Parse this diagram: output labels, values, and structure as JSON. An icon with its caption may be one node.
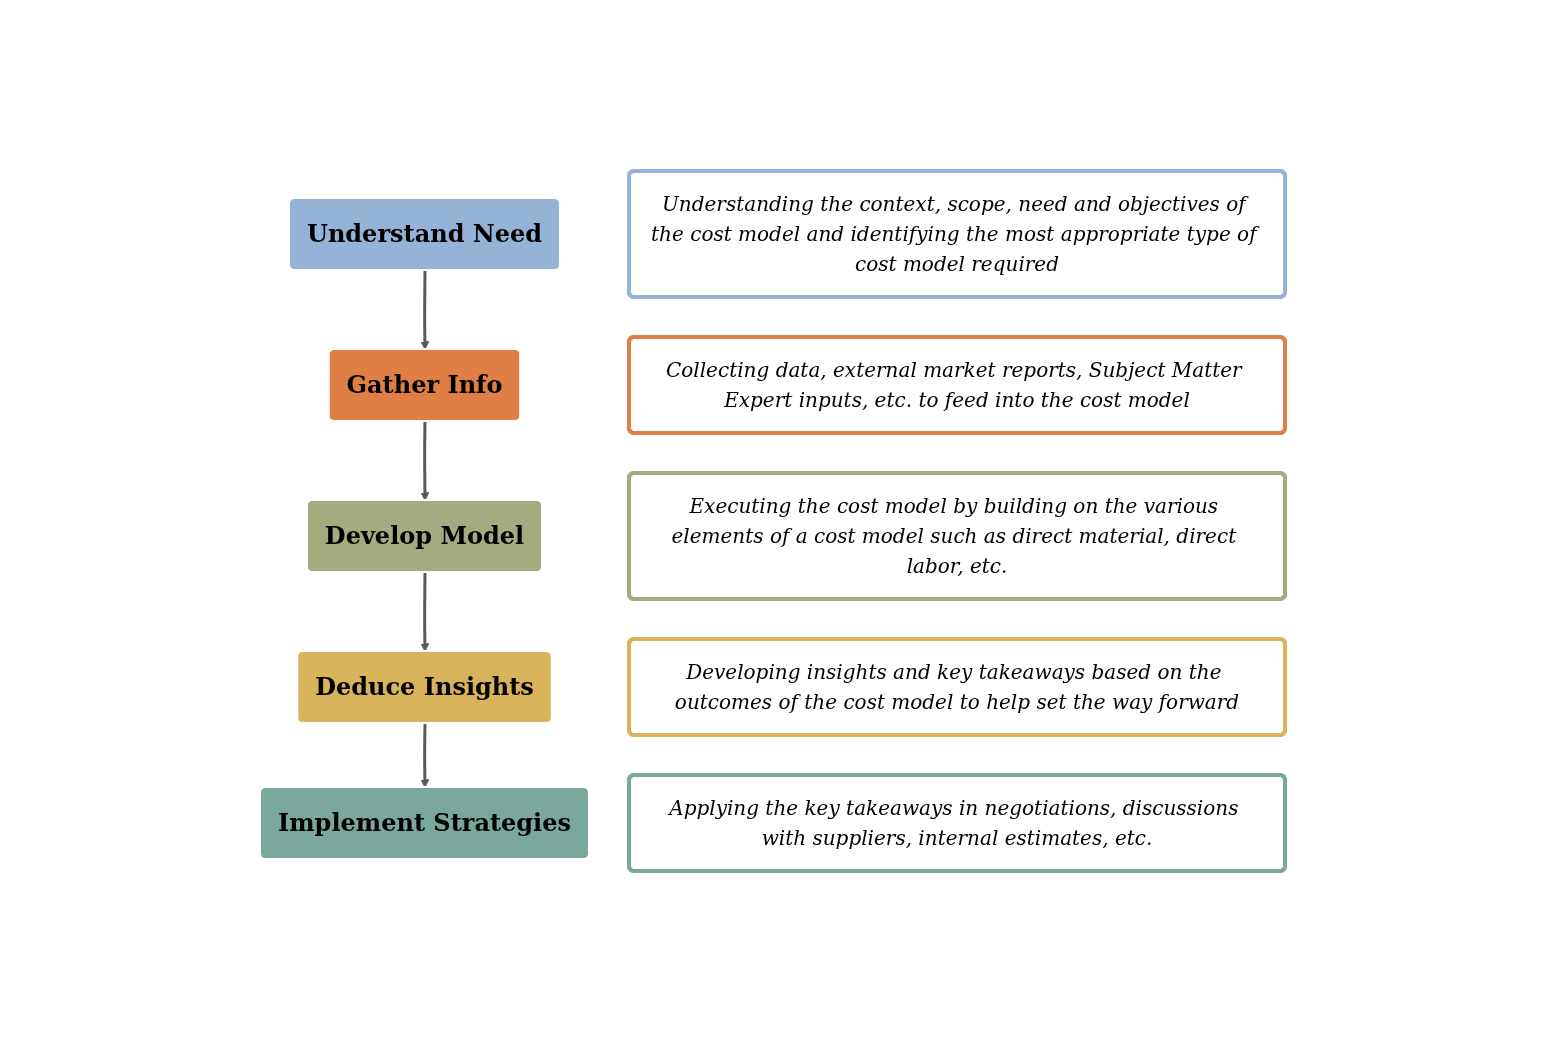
{
  "diagram": {
    "nodes": [
      {
        "text": [
          "Understand Need"
        ]
      },
      {
        "text": [
          "Understanding the context, scope, need and objectives of the cost model and identifying the most appropriate type of cost model required"
        ]
      },
      {
        "text": [
          "Gather Info"
        ]
      },
      {
        "text": [
          "Collecting data, external market reports, Subject Matter Expert inputs, etc. to feed into the cost model"
        ]
      },
      {
        "text": [
          "Develop Model"
        ]
      },
      {
        "text": [
          "Executing the cost model by building on the various elements of a cost model such as direct material, direct labor, etc."
        ]
      },
      {
        "text": [
          "Deduce Insights"
        ]
      },
      {
        "text": [
          "Developing insights and key takeaways based on the outcomes of the cost model to help set the way forward"
        ]
      },
      {
        "text": [
          "Implement Strategies"
        ]
      },
      {
        "text": [
          "Applying the key takeaways in negotiations, discussions with suppliers, internal estimates, etc."
        ]
      }
    ],
    "edges": [
      {
        "from": 0,
        "to": 2,
        "arrow": "to"
      },
      {
        "from": 2,
        "to": 4,
        "arrow": "to"
      },
      {
        "from": 4,
        "to": 6,
        "arrow": "to"
      },
      {
        "from": 6,
        "to": 8,
        "arrow": "to"
      }
    ]
  }
}
